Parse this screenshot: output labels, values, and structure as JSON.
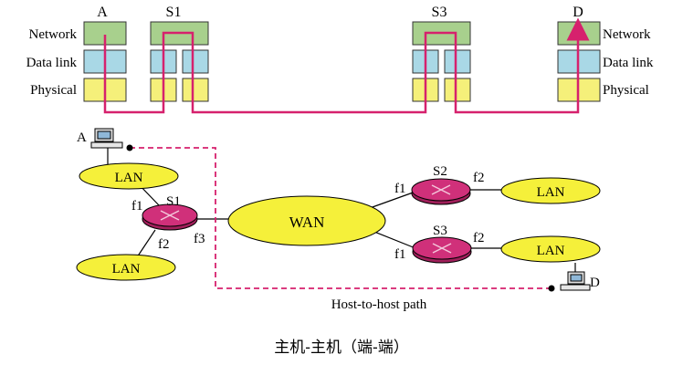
{
  "layer_stack": {
    "layers_left": [
      "Network",
      "Data link",
      "Physical"
    ],
    "layers_right": [
      "Network",
      "Data link",
      "Physical"
    ],
    "node_labels": {
      "a": "A",
      "s1": "S1",
      "s3": "S3",
      "d": "D"
    },
    "colors": {
      "network": "#a8d08d",
      "datalink": "#a9d8e6",
      "physical": "#f5f07a",
      "path": "#d6216d"
    }
  },
  "topology": {
    "host_a": "A",
    "host_d": "D",
    "lan_left_top": "LAN",
    "lan_left_bottom": "LAN",
    "lan_right_top": "LAN",
    "lan_right_bottom": "LAN",
    "wan": "WAN",
    "switch_s1": "S1",
    "switch_s2": "S2",
    "switch_s3": "S3",
    "s1_f1": "f1",
    "s1_f2": "f2",
    "s1_f3": "f3",
    "s2_f1": "f1",
    "s2_f2": "f2",
    "s3_f1": "f1",
    "s3_f2": "f2",
    "path_label": "Host-to-host path",
    "colors": {
      "lan_fill": "#f5f03a",
      "switch_fill": "#d0307a",
      "path": "#d6216d"
    }
  },
  "caption": "主机-主机（端-端）"
}
